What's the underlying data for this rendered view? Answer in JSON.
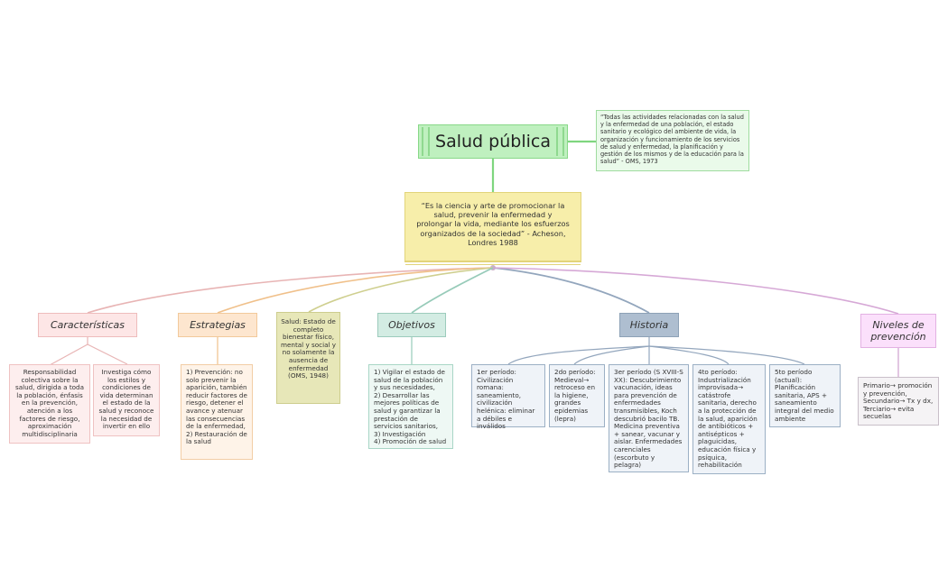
{
  "title": "Salud pública",
  "definition": "“Es la ciencia y arte de promocionar la salud, prevenir la enfermedad y prolongar la vida, mediante los esfuerzos organizados de la sociedad” - Acheson, Londres 1988",
  "oms_definition": "“Todas las actividades relacionadas con la salud y la enfermedad de una población, el estado sanitario y ecológico del ambiente de vida, la organización y funcionamiento de los servicios de salud y enfermedad, la planificación y gestión de los mismos y de la educación para la salud” - OMS, 1973",
  "caracteristicas": {
    "label": "Características",
    "items": [
      "Responsabilidad colectiva sobre la salud, dirigida a toda la población, énfasis en la prevención, atención a los factores de riesgo, aproximación multidisciplinaria",
      "Investiga cómo los estilos y condiciones de vida determinan el estado de la salud y reconoce la necesidad de invertir en ello"
    ]
  },
  "estrategias": {
    "label": "Estrategias",
    "items": [
      "1) Prevención: no solo prevenir la aparición, también reducir factores de riesgo, detener el avance y atenuar las consecuencias de la enfermedad, 2) Restauración de la salud"
    ]
  },
  "salud_oms": "Salud: Estado de completo bienestar físico, mental y social y no solamente la ausencia de enfermedad (OMS, 1948)",
  "objetivos": {
    "label": "Objetivos",
    "items": [
      "1) Vigilar el estado de salud de la población y sus necesidades,\n2) Desarrollar las mejores políticas de salud y garantizar la prestación de servicios sanitarios,\n3) Investigación\n4) Promoción de salud"
    ]
  },
  "historia": {
    "label": "Historia",
    "items": [
      "1er período: Civilización romana: saneamiento, civilización helénica: eliminar a débiles e inválidos",
      "2do período: Medieval→ retroceso en la higiene, grandes epidemias (lepra)",
      "3er período (S XVIII-S XX): Descubrimiento vacunación, ideas para prevención de enfermedades transmisibles, Koch descubrió bacilo TB. Medicina preventiva + sanear, vacunar y aislar. Enfermedades carenciales (escorbuto y pelagra)",
      "4to período: Industrialización improvisada→ catástrofe sanitaria, derecho a la protección de la salud, aparición de antibióticos + antisépticos + plaguicidas, educación física y psíquica, rehabilitación",
      "5to período (actual): Planificación sanitaria, APS + saneamiento integral del medio ambiente"
    ]
  },
  "niveles": {
    "label": "Niveles de prevención",
    "items": [
      "Primario→ promoción y prevención, Secundario→ Tx y dx, Terciario→ evita secuelas"
    ]
  },
  "colors": {
    "green": "#7fd67f",
    "caracteristicas": "#e8a8a8",
    "estrategias": "#f0b87a",
    "salud": "#c9c98a",
    "objetivos": "#8fc5b3",
    "historia": "#8fa3bb",
    "niveles": "#cfa0cf"
  }
}
